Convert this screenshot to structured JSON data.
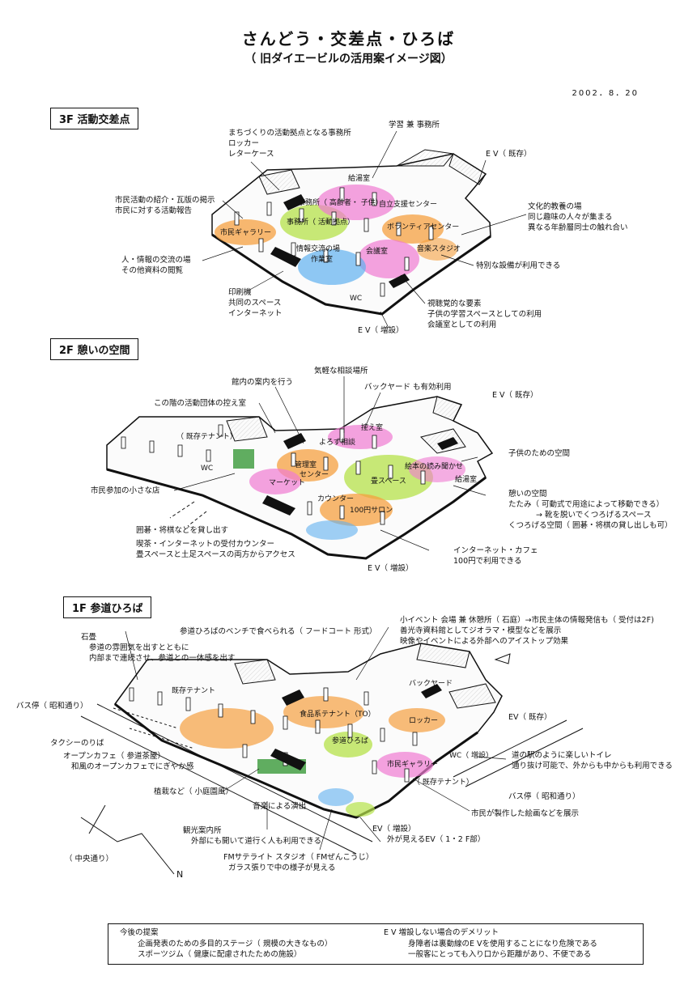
{
  "title": "さんどう・交差点・ひろば",
  "subtitle": "（ 旧ダイエービルの活用案イメージ図）",
  "date": "2002．8．20",
  "floor3": {
    "heading": "3F  活動交差点",
    "callouts": {
      "office": [
        "まちづくりの活動拠点となる事務所",
        "ロッカー",
        "レターケース"
      ],
      "study": "学習 兼 事務所",
      "ev_existing": "E V（ 既存）",
      "intro": [
        "市民活動の紹介・瓦版の掲示",
        "市民に対する活動報告"
      ],
      "culture": [
        "文化的教養の場",
        "同じ趣味の人々が集まる",
        "異なる年齢層同士の触れ合い"
      ],
      "exchange": [
        "人・情報の交流の場",
        "その他資料の閲覧"
      ],
      "equipment": "特別な設備が利用できる",
      "print": [
        "印刷機",
        "共同のスペース",
        "インターネット"
      ],
      "visual": [
        "視聴覚的な要素",
        "子供の学習スペースとしての利用",
        "会議室としての利用"
      ],
      "ev_added": "E V（ 増設）"
    },
    "rooms": {
      "kitchen": "給湯室",
      "elderly": "事務所（ 高齢者・ 子供）",
      "self": "自立支援センター",
      "office2": "事務所（ 活動拠点）",
      "volunteer": "ボランティアセンター",
      "gallery": "市民ギャラリー",
      "info": "情報交流の場",
      "workroom": "作業室",
      "meeting": "会議室",
      "studio": "音楽スタジオ",
      "wc": "WC"
    }
  },
  "floor2": {
    "heading": "2F  憩いの空間",
    "callouts": {
      "consult": "気軽な相談場所",
      "guide": "館内の案内を行う",
      "backyard": "バックヤード も有効利用",
      "ev_existing": "E V（ 既存）",
      "waiting": "この階の活動団体の控え室",
      "kids": "子供のための空間",
      "shop": "市民参加の小さな店",
      "rest": [
        "憩いの空間",
        "たたみ（ 可動式で用途によって移動できる）",
        "→ 靴を脱いでくつろげるスペース",
        "くつろげる空間（ 囲碁・将棋の貸し出しも可）"
      ],
      "go": "囲碁・将棋などを貸し出す",
      "counter": [
        "喫茶・インターネットの受付カウンター",
        "畳スペースと土足スペースの両方からアクセス"
      ],
      "netcafe": [
        "インターネット・カフェ",
        "100円で利用できる"
      ],
      "ev_added": "E V（ 増設）"
    },
    "rooms": {
      "tenant": "（ 既存テナント）",
      "waitroom": "控え室",
      "consult": "よろず相談",
      "mgmt": "管理室",
      "center": "センター",
      "market": "マーケット",
      "wc": "WC",
      "tatami": "畳スペース",
      "picture": "絵本の読み聞かせ",
      "counter": "カウンター",
      "netcafe": "100円サロン",
      "kitchen": "給湯室"
    }
  },
  "floor1": {
    "heading": "1F  参道ひろば",
    "callouts": {
      "bench": "参道ひろばのベンチで食べられる（ フードコート 形式）",
      "event": [
        "小イベント 会場 兼 休憩所（ 石庭）→市民主体の情報発信も（ 受付は2F)",
        "善光寺資料館としてジオラマ・模型などを展示",
        "映像やイベントによる外部へのアイストップ効果"
      ],
      "stone": [
        "石畳",
        "参道の雰囲気を出すとともに",
        "内部まで連続させ、参道との一体感を出す"
      ],
      "bus": "バス停（ 昭和通り）",
      "taxi": "タクシーのりば",
      "cafe": [
        "オープンカフェ（ 参道茶屋）",
        "和風のオープンカフェでにぎやか感"
      ],
      "ev_existing": "EV（ 既存）",
      "toilet": [
        "道の駅のように楽しいトイレ",
        "通り抜け可能で、外からも中からも利用できる"
      ],
      "plant": "植栽など（ 小庭園風）",
      "bus2": "バス停（ 昭和通り）",
      "music": "音楽による演出",
      "picture": "市民が製作した絵画などを展示",
      "tourist": [
        "観光案内所",
        "外部にも開いて道行く人も利用できる"
      ],
      "ev_added": [
        "EV（ 増設）",
        "外が見えるEV（ 1・2 F部）"
      ],
      "fm": [
        "FMサテライト スタジオ（ FMぜんこうじ）",
        "ガラス張りで中の様子が見える"
      ],
      "center_st": "（ 中央通り）",
      "north": "N"
    },
    "rooms": {
      "tenant": "既存テナント",
      "backyard": "バックヤード",
      "food": "食品系テナント（TO）",
      "locker": "ロッカー",
      "plaza": "参道ひろば",
      "gallery": "市民ギャラリー",
      "wc": "WC（ 増設）",
      "tenant2": "（ 既存テナント）"
    }
  },
  "footer": {
    "left_heading": "今後の提案",
    "left_items": [
      "企画発表のための多目的ステージ（ 規模の大きなもの）",
      "スポーツジム（ 健康に配慮されたための施設）"
    ],
    "right_heading": "E V 増設しない場合のデメリット",
    "right_items": [
      "身障者は裏動線のE Vを使用することになり危険である",
      "一般客にとっても入り口から距離があり、不便である"
    ]
  }
}
